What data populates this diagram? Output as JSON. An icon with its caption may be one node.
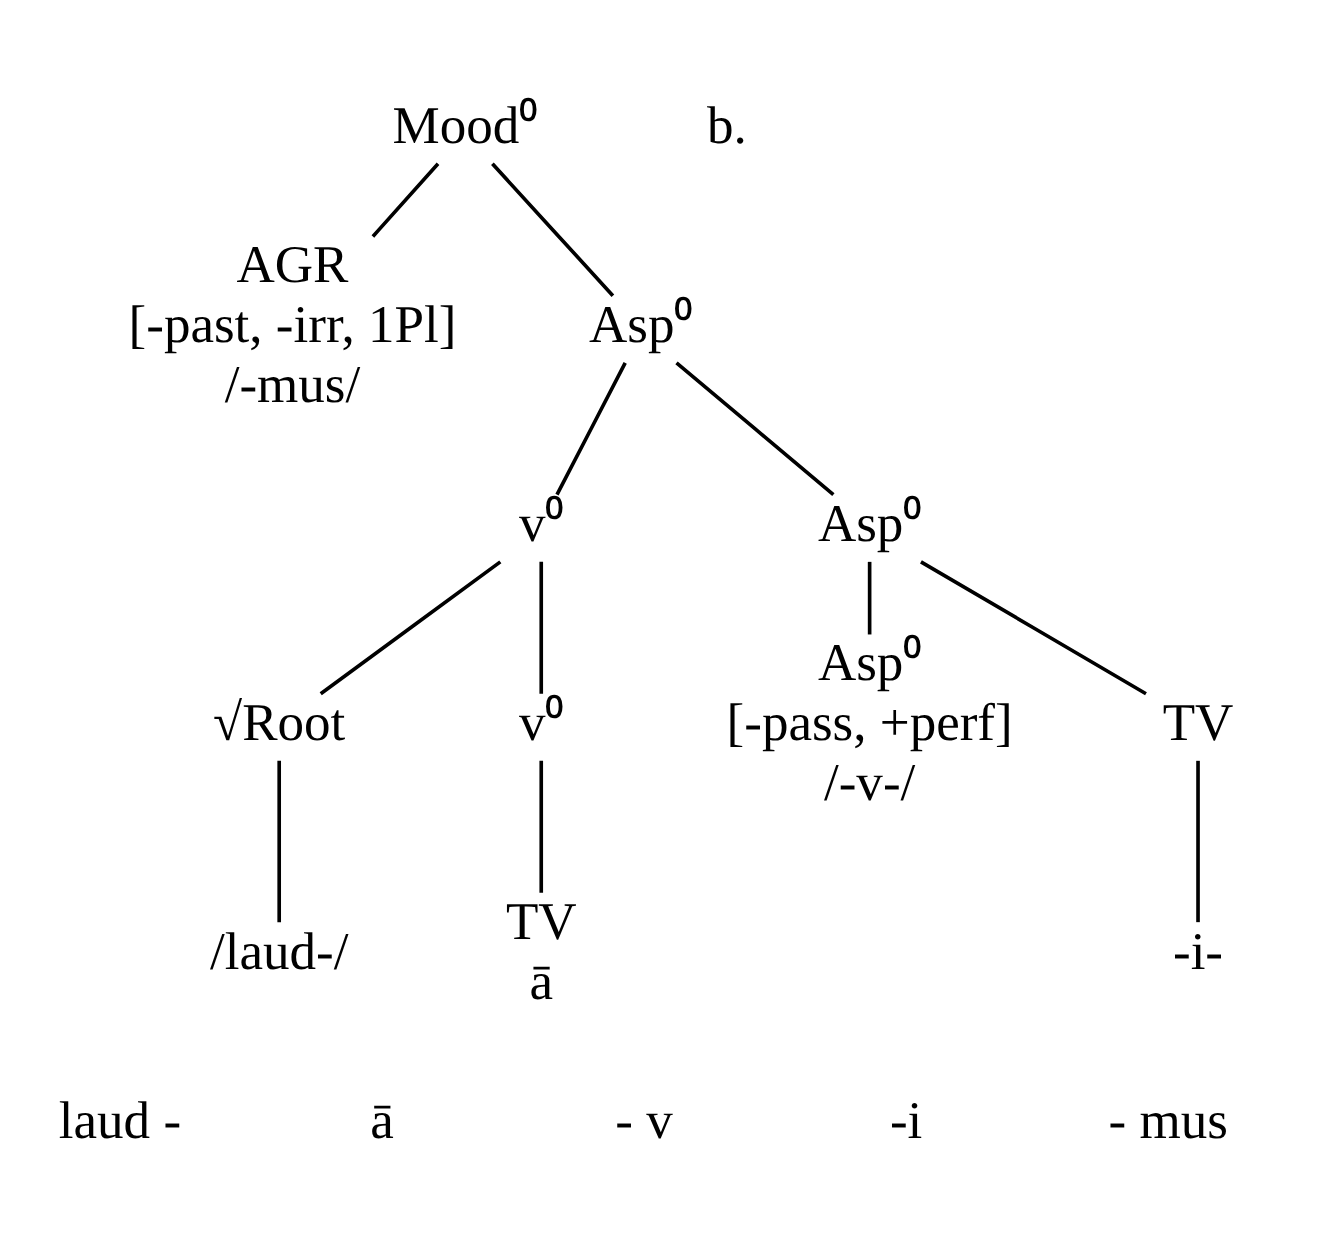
{
  "diagram": {
    "nodes": [
      {
        "text": [
          "Mood⁰"
        ]
      },
      {
        "text": [
          "AGR",
          "[-past, -irr, 1Pl]",
          "/-mus/"
        ]
      },
      {
        "text": [
          "Asp⁰"
        ]
      },
      {
        "text": [
          "v⁰"
        ]
      },
      {
        "text": [
          "Asp⁰"
        ]
      },
      {
        "text": [
          "√Root"
        ]
      },
      {
        "text": [
          "v⁰"
        ]
      },
      {
        "text": [
          "/laud-/"
        ]
      },
      {
        "text": [
          "TV",
          "ā"
        ]
      },
      {
        "text": [
          "Asp⁰",
          "[-pass, +perf]",
          "/-v-/"
        ]
      },
      {
        "text": [
          "TV"
        ]
      },
      {
        "text": [
          "-i-"
        ]
      }
    ],
    "edges": [
      {
        "from": 0,
        "to": 2,
        "arrow": "none"
      },
      {
        "from": 0,
        "to": 1,
        "arrow": "none"
      },
      {
        "from": 2,
        "to": 3,
        "arrow": "none"
      },
      {
        "from": 2,
        "to": 4,
        "arrow": "none"
      },
      {
        "from": 3,
        "to": 5,
        "arrow": "none"
      },
      {
        "from": 3,
        "to": 6,
        "arrow": "none"
      },
      {
        "from": 4,
        "to": 9,
        "arrow": "none"
      },
      {
        "from": 4,
        "to": 10,
        "arrow": "none"
      },
      {
        "from": 5,
        "to": 7,
        "arrow": "none"
      },
      {
        "from": 6,
        "to": 8,
        "arrow": "none"
      },
      {
        "from": 10,
        "to": 11,
        "arrow": "none"
      }
    ],
    "labels": [
      "b.",
      "laud -",
      "ā",
      "- v",
      "-i",
      "- mus"
    ]
  }
}
